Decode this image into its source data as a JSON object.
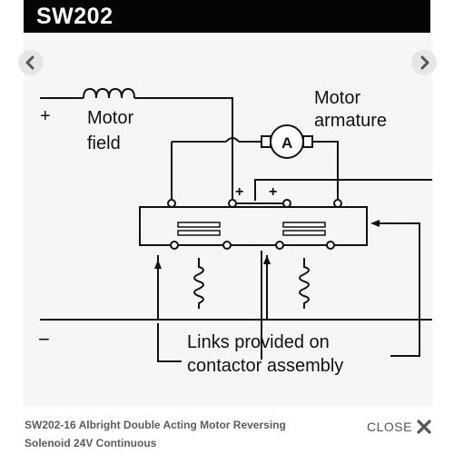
{
  "header": {
    "title": "SW202"
  },
  "diagram": {
    "labels": {
      "plus_sign": "+",
      "minus_sign": "−",
      "motor_field_line1": "Motor",
      "motor_field_line2": "field",
      "motor_armature_line1": "Motor",
      "motor_armature_line2": "armature",
      "ammeter": "A",
      "terminal_plus_1": "+",
      "terminal_plus_2": "+",
      "links_line1": "Links provided on",
      "links_line2": "contactor assembly"
    }
  },
  "navigation": {
    "prev_icon": "chevron-left-icon",
    "next_icon": "chevron-right-icon"
  },
  "caption": {
    "line1": "SW202-16 Albright Double Acting Motor Reversing",
    "line2": "Solenoid 24V Continuous"
  },
  "close": {
    "label": "CLOSE",
    "icon": "close-x-icon"
  },
  "colors": {
    "header_bg": "#050505",
    "diagram_bg": "#f6f6f6",
    "ink": "#111111",
    "caption_text": "#5c5c5c"
  }
}
